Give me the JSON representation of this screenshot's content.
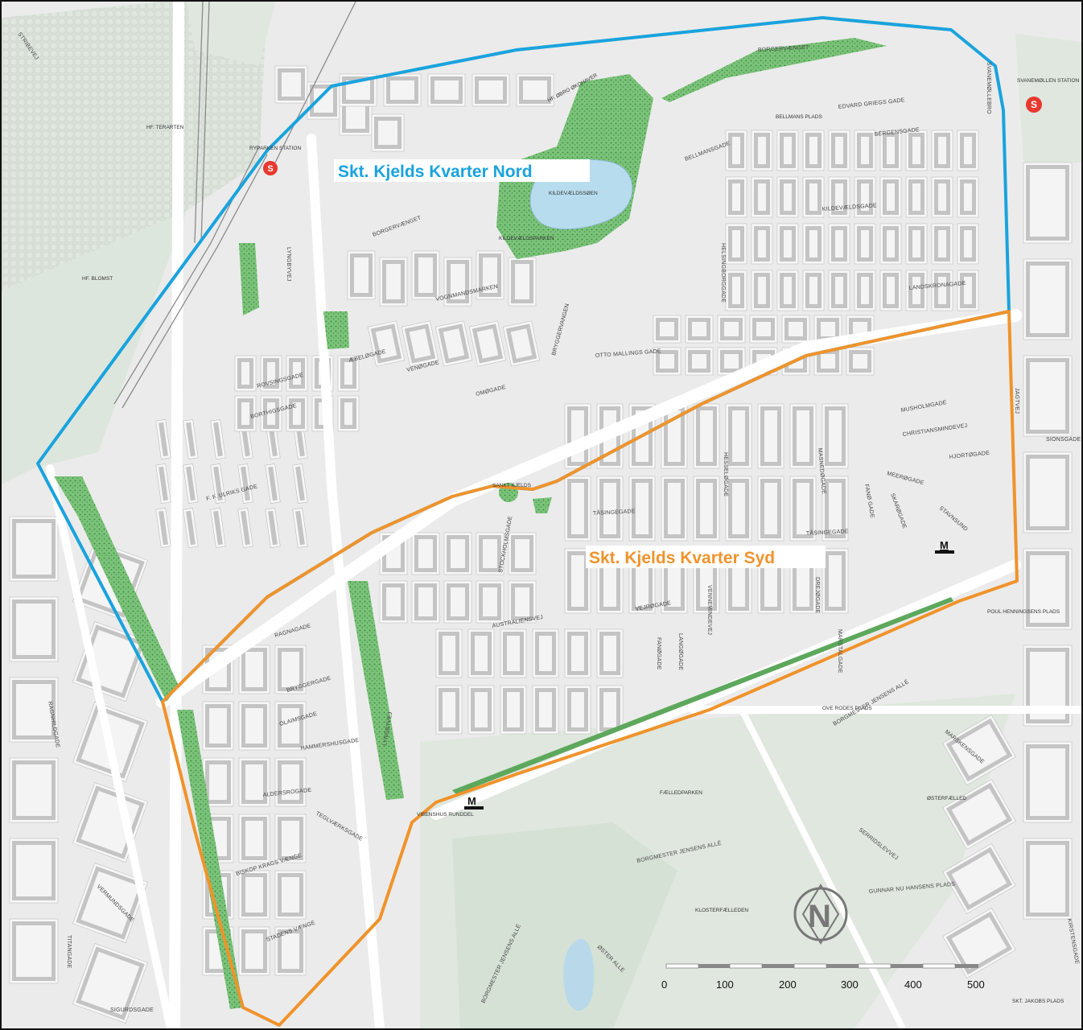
{
  "districts": {
    "north": {
      "name": "Skt. Kjelds Kvarter Nord",
      "color": "#1aa3dd"
    },
    "south": {
      "name": "Skt. Kjelds Kvarter Syd",
      "color": "#f0932b"
    }
  },
  "stations": {
    "ryparken": "RYPARKEN STATION",
    "svanemollen": "SVANEMØLLEN STATION"
  },
  "places": {
    "kildevaeldssoen": "KILDEVÆLDSSØEN",
    "kildevaeldsparken": "KILDEVÆLDSPARKEN",
    "obro_okohaver": "HF. ØBRO ØKOHAVER",
    "faelledparken": "FÆLLEDPARKEN",
    "klosterfaelleden": "KLOSTERFÆLLEDEN",
    "bellmans_plads": "BELLMANS PLADS",
    "sankt_kjelds": "SANKT KJELDS",
    "vibenshus": "VIBENSHUS RUNDDEL",
    "ove_rodes": "OVE RODES PLADS",
    "poul_henningsens": "POUL HENNINGSENS PLADS",
    "skt_jakobs": "SKT. JAKOBS PLADS",
    "hf_blomst": "HF. BLOMST",
    "hf_terarten": "HF. TERARTEN",
    "osterfaelled": "ØSTERFÆLLED"
  },
  "streets": {
    "stribeveej": "STRIBEVEJ",
    "borgervaenget_n": "BORGERVÆNGET",
    "borgervaenget_w": "BORGERVÆNGET",
    "svanemollebro": "SVANEMØLLEBRO",
    "edvard_griegs": "EDVARD GRIEGS GADE",
    "bellmansgade": "BELLMANSGADE",
    "bergensgade": "BERGENSGADE",
    "kildevaeldsgade": "KILDEVÆLDSGADE",
    "landskronagade": "LANDSKRONAGADE",
    "vognmandsmarken": "VOGNMANDSMARKEN",
    "venogade": "VENØGADE",
    "omogade": "OMØGADE",
    "rovsingsgade": "ROVSINGSGADE",
    "borthigsgade": "BORTHIGSGADE",
    "aebeloegade": "ÆBELØGADE",
    "otto_mallings": "OTTO MALLINGS GADE",
    "musholmgade": "MUSHOLMGADE",
    "christiansminde": "CHRISTIANSMINDEVEJ",
    "hjortogade": "HJORTØGADE",
    "tasingegade": "TÅSINGEGADE",
    "tasingegade2": "TÅSINGEGADE",
    "australiensvej": "AUSTRALIENSVEJ",
    "vejrogade": "VEJRØGADE",
    "ragnagade": "RAGNAGADE",
    "bryggergade": "BRYGGERGADE",
    "olaimsgade": "OLAIMSGADE",
    "hammershusgade": "HAMMERSHUSGADE",
    "aldersrogade": "ALDERSROGADE",
    "teglvaerksgade": "TEGLVÆRKSGADE",
    "biskop_krags": "BISKOP KRAGS VÆNGE",
    "stadens_vaenge": "STADENS VÆNGE",
    "sigurdsgade": "SIGURDSGADE",
    "titangade": "TITANGADE",
    "vermundsgade": "VERMUNDSGADE",
    "ragnhildgade": "RAGNHILDGADE",
    "lyngbyvej": "LYNGBYVEJ",
    "lyngbyvej2": "LYNGBYVEJ",
    "borgmester_jensens": "BORGMESTER JENSENS ALLÉ",
    "borgmester_jensens2": "BORGMESTER JENSENS ALLÉ",
    "borgmester_jensens3": "BORGMESTER JENSENS ALLÉ",
    "gunnar_nu": "GUNNAR NU HANSENS PLADS",
    "margretheg": "MARSKENSGADE",
    "serridslevvej": "SERRIDSLEVVEJ",
    "osteralle": "ØSTER ALLE",
    "kirstensgade": "KIRSTENSGADE",
    "sionsgade": "SIONSGADE",
    "bryggervangen": "BRYGGERVANGEN",
    "f_f_ulriks": "F. F. ULRIKS GADE",
    "stockholmsgade": "STOCKHOLMSGADE",
    "jagtvej": "JAGTVEJ",
    "stavnsund": "STAVNSUND",
    "faelledvej_label": "FANØ GADE",
    "skarogade": "SKARØGADE",
    "meerogade": "MEERØGADE",
    "helsingborggade": "HELSINGBORGGADE",
    "masnedogade": "MASNEDØGADE",
    "hesselogade": "HESSELØGADE",
    "langogade": "LANGØGADE",
    "drejogade": "DREJØGADE",
    "fanogade": "FANØGADE",
    "vennemindevej": "VENNEMINDEVEJ",
    "marstalgade": "MARSTALGADE"
  },
  "scale": {
    "ticks": [
      "0",
      "100",
      "200",
      "300",
      "400",
      "500"
    ]
  },
  "compass": {
    "letter": "N"
  }
}
